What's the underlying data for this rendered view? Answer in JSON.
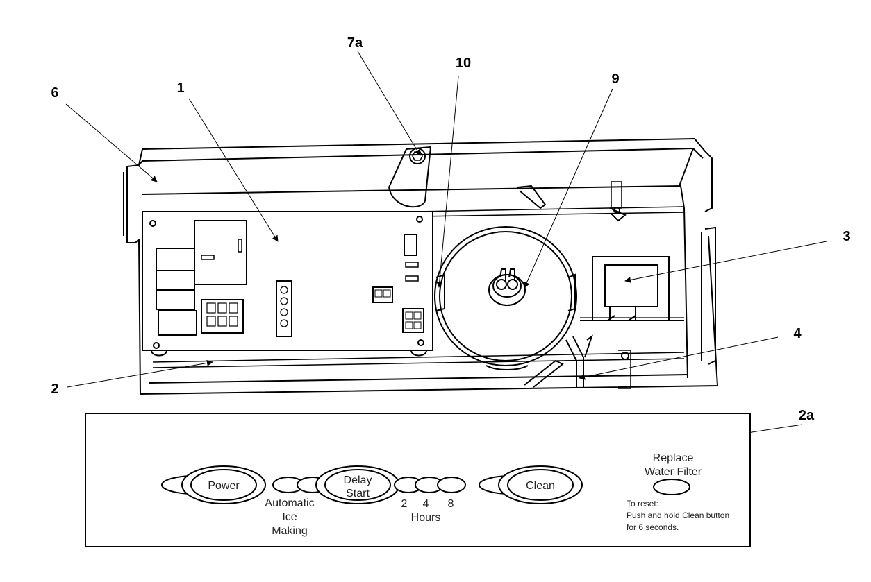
{
  "callouts": {
    "c1": "1",
    "c2": "2",
    "c2a": "2a",
    "c3": "3",
    "c4": "4",
    "c6": "6",
    "c7a": "7a",
    "c9": "9",
    "c10": "10"
  },
  "panel": {
    "power_label": "Power",
    "auto_ice_line1": "Automatic",
    "auto_ice_line2": "Ice",
    "auto_ice_line3": "Making",
    "delay_line1": "Delay",
    "delay_line2": "Start",
    "hours_2": "2",
    "hours_4": "4",
    "hours_8": "8",
    "hours_label": "Hours",
    "clean_label": "Clean",
    "filter_line1": "Replace",
    "filter_line2": "Water Filter",
    "reset_line1": "To reset:",
    "reset_line2": "Push and hold Clean button",
    "reset_line3": "for 6 seconds."
  }
}
